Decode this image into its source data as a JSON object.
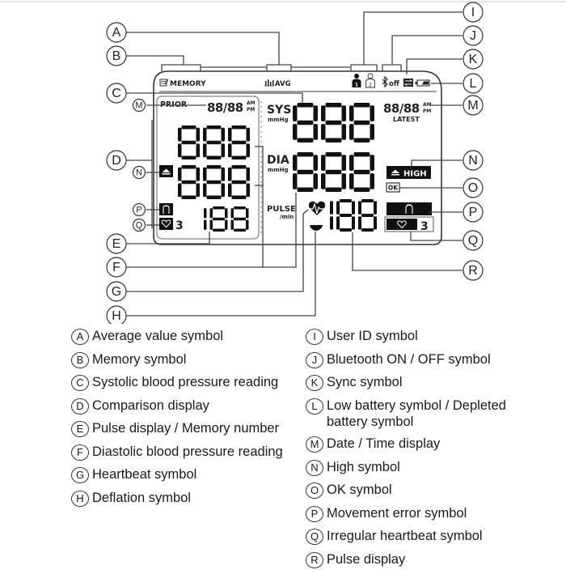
{
  "lcd": {
    "top_bar": {
      "memory_label": "MEMORY",
      "avg_label": "AVG",
      "user1": "1",
      "user2": "2",
      "bluetooth_label": "off"
    },
    "prior_panel": {
      "prior_label": "PRIOR",
      "datetime": "88/88",
      "am": "AM",
      "pm": "PM",
      "sys_value": "888",
      "dia_value": "888",
      "pulse_value": "188",
      "memory_number": "3"
    },
    "main_panel": {
      "sys_label": "SYS",
      "sys_unit": "mmHg",
      "dia_label": "DIA",
      "dia_unit": "mmHg",
      "pulse_label": "PULSE",
      "pulse_unit": "/min",
      "sys_value": "888",
      "dia_value": "888",
      "pulse_value": "188",
      "datetime": "88/88",
      "am": "AM",
      "pm": "PM",
      "latest_label": "LATEST",
      "high_label": "HIGH",
      "ok_label": "OK",
      "irregular_count": "3"
    }
  },
  "callouts": [
    "A",
    "B",
    "C",
    "D",
    "E",
    "F",
    "G",
    "H",
    "I",
    "J",
    "K",
    "L",
    "M",
    "N",
    "O",
    "P",
    "Q",
    "R"
  ],
  "legend": {
    "left": [
      {
        "letter": "A",
        "text": "Average value symbol"
      },
      {
        "letter": "B",
        "text": "Memory symbol"
      },
      {
        "letter": "C",
        "text": "Systolic blood pressure reading"
      },
      {
        "letter": "D",
        "text": "Comparison display"
      },
      {
        "letter": "E",
        "text": "Pulse display / Memory number"
      },
      {
        "letter": "F",
        "text": "Diastolic blood pressure reading"
      },
      {
        "letter": "G",
        "text": "Heartbeat symbol"
      },
      {
        "letter": "H",
        "text": "Deflation symbol"
      }
    ],
    "right": [
      {
        "letter": "I",
        "text": "User ID symbol"
      },
      {
        "letter": "J",
        "text": "Bluetooth ON / OFF symbol"
      },
      {
        "letter": "K",
        "text": "Sync symbol"
      },
      {
        "letter": "L",
        "text": "Low battery symbol / Depleted battery symbol"
      },
      {
        "letter": "M",
        "text": "Date / Time display"
      },
      {
        "letter": "N",
        "text": "High symbol"
      },
      {
        "letter": "O",
        "text": "OK symbol"
      },
      {
        "letter": "P",
        "text": "Movement error symbol"
      },
      {
        "letter": "Q",
        "text": "Irregular heartbeat symbol"
      },
      {
        "letter": "R",
        "text": "Pulse display"
      }
    ]
  }
}
